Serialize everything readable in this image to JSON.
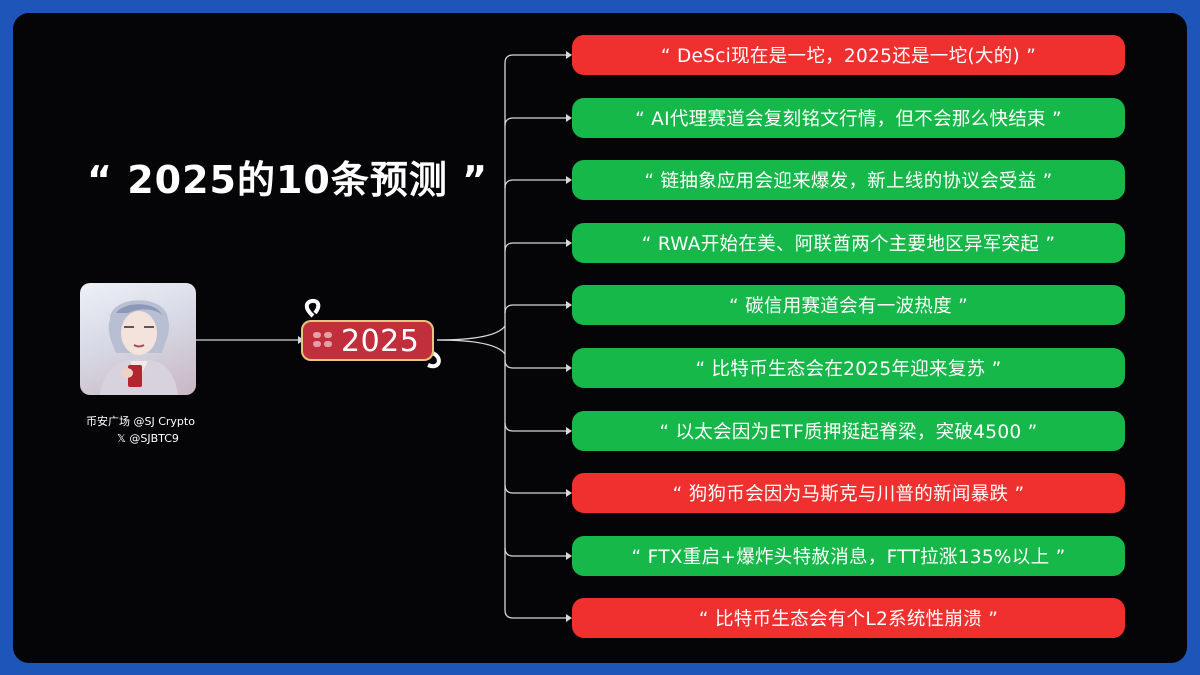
{
  "title": "“ 2025的10条预测 ”",
  "credit_line1": "币安广场 @SJ Crypto",
  "credit_line2": "𝕏 @SJBTC9",
  "center_node": "2025",
  "colors": {
    "green": "#16b84a",
    "red": "#f0302f",
    "center": "#c22f3c",
    "background": "#050507",
    "frame": "#1d56b8"
  },
  "predictions": [
    {
      "text": "“ DeSci现在是一坨，2025还是一坨(大的) ”",
      "color": "red"
    },
    {
      "text": "“ AI代理赛道会复刻铭文行情，但不会那么快结束 ”",
      "color": "green"
    },
    {
      "text": "“  链抽象应用会迎来爆发，新上线的协议会受益 ”",
      "color": "green"
    },
    {
      "text": "“  RWA开始在美、阿联酋两个主要地区异军突起 ”",
      "color": "green"
    },
    {
      "text": "“  碳信用赛道会有一波热度 ”",
      "color": "green"
    },
    {
      "text": "“  比特币生态会在2025年迎来复苏 ”",
      "color": "green"
    },
    {
      "text": "“  以太会因为ETF质押挺起脊梁，突破4500 ”",
      "color": "green"
    },
    {
      "text": "“ 狗狗币会因为马斯克与川普的新闻暴跌 ”",
      "color": "red"
    },
    {
      "text": "“  FTX重启+爆炸头特赦消息，FTT拉涨135%以上 ”",
      "color": "green"
    },
    {
      "text": "“  比特币生态会有个L2系统性崩溃 ”",
      "color": "red"
    }
  ]
}
